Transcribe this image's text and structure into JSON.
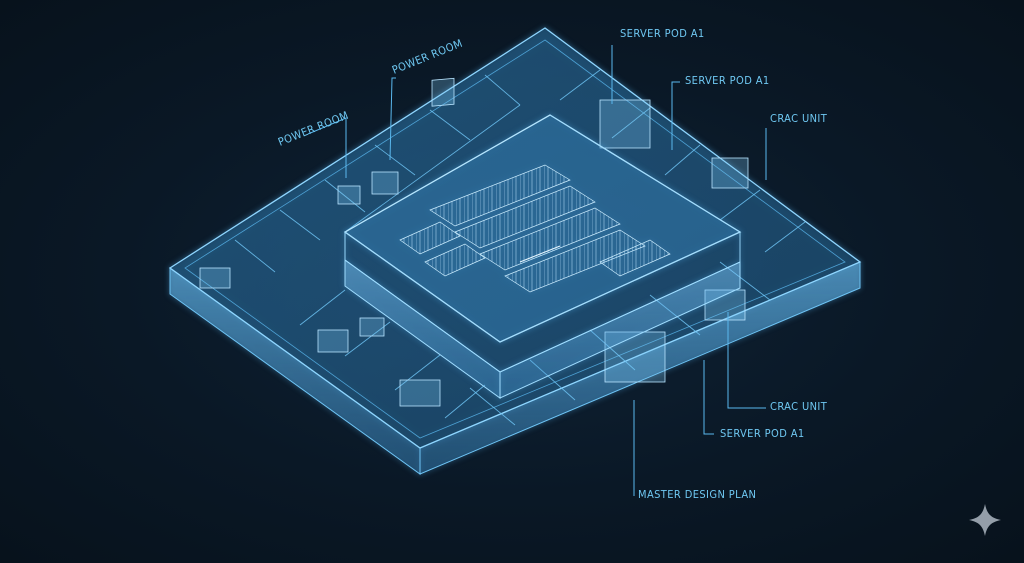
{
  "labels": {
    "power_room_1": "POWER ROOM",
    "power_room_2": "POWER ROOM",
    "server_pod_top_1": "SERVER POD A1",
    "server_pod_top_2": "SERVER POD A1",
    "crac_unit_top": "CRAC UNIT",
    "crac_unit_bottom": "CRAC UNIT",
    "server_pod_bottom": "SERVER POD A1",
    "master_plan": "MASTER DESIGN PLAN"
  },
  "colors": {
    "background": "#0a1826",
    "line": "#5ab8ee",
    "line_bright": "#9fdcff",
    "floor_fill": "#1a4a6e",
    "wall_fill": "#3b86c2",
    "label": "#6fc8f2",
    "sparkle": "#b8c2cc"
  },
  "icons": {
    "watermark": "sparkle-icon"
  }
}
